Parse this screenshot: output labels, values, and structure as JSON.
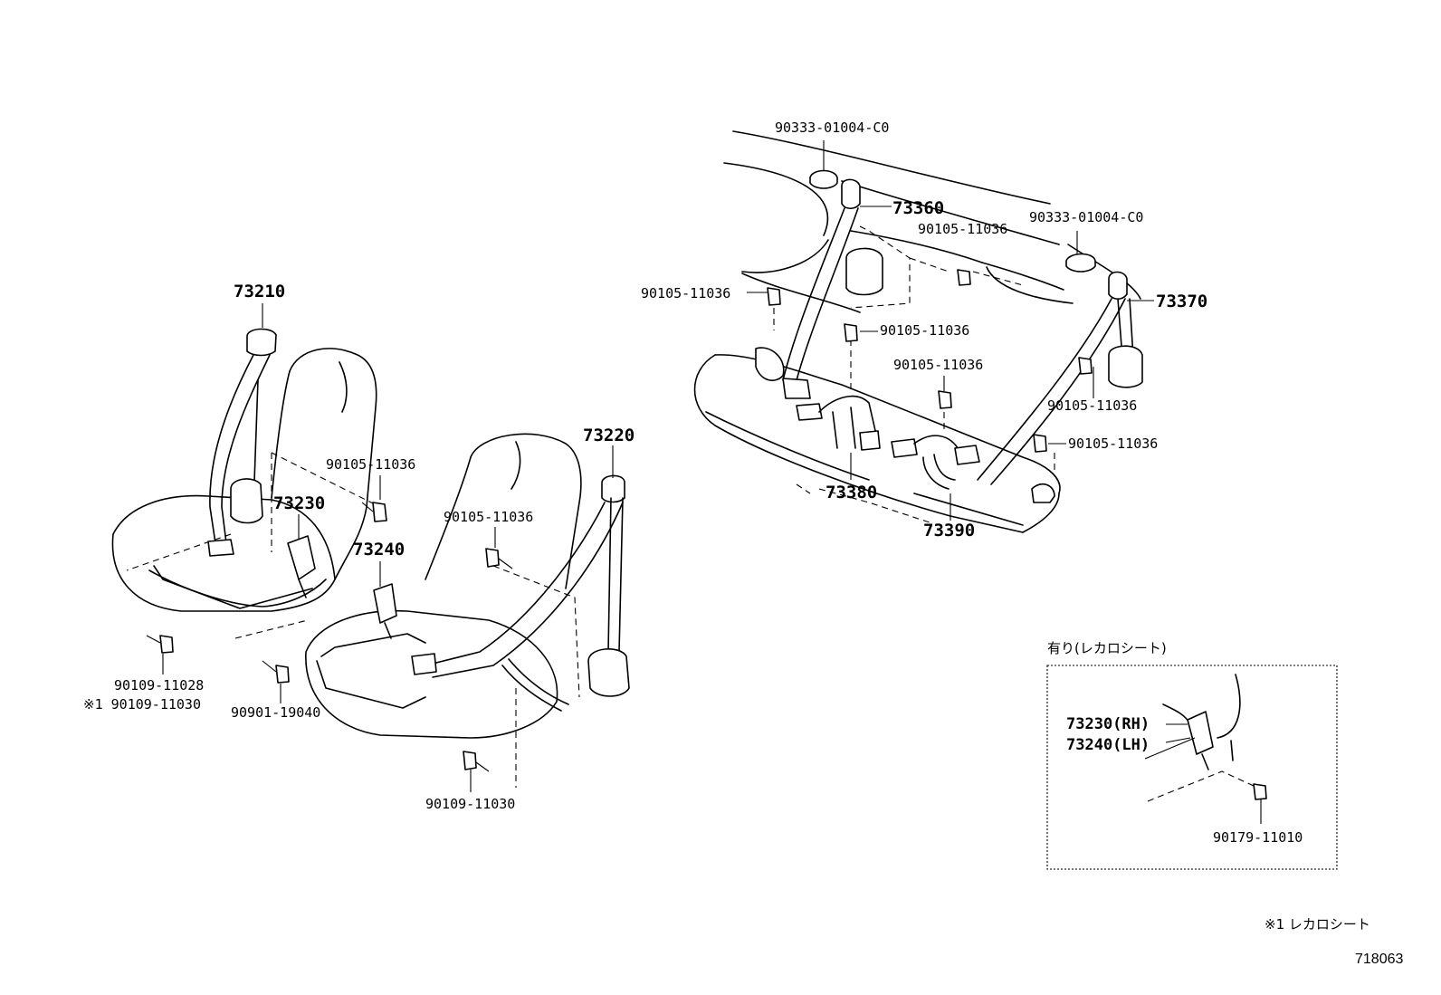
{
  "labels": {
    "p73210": "73210",
    "p73220": "73220",
    "p73230": "73230",
    "p73240": "73240",
    "p73360": "73360",
    "p73370": "73370",
    "p73380": "73380",
    "p73390": "73390",
    "bolt_front_left": "90105-11036",
    "bolt_front_right": "90105-11036",
    "bolt_rear_left": "90105-11036",
    "bolt_rear_center": "90105-11036",
    "bolt_rear_upper": "90105-11036",
    "bolt_rear_mid": "90105-11036",
    "bolt_rear_right": "90105-11036",
    "bolt_rear_right_lower": "90105-11036",
    "cap_left": "90333-01004-C0",
    "cap_right": "90333-01004-C0",
    "bolt_90109_11028": "90109-11028",
    "bolt_90109_11030_note": "※1 90109-11030",
    "bolt_90901_19040": "90901-19040",
    "bolt_90109_11030": "90109-11030"
  },
  "inset": {
    "title": "有り(レカロシート)",
    "rh": "73230(RH)",
    "lh": "73240(LH)",
    "nut": "90179-11010"
  },
  "footnote": "※1 レカロシート",
  "diagram_code": "718063"
}
